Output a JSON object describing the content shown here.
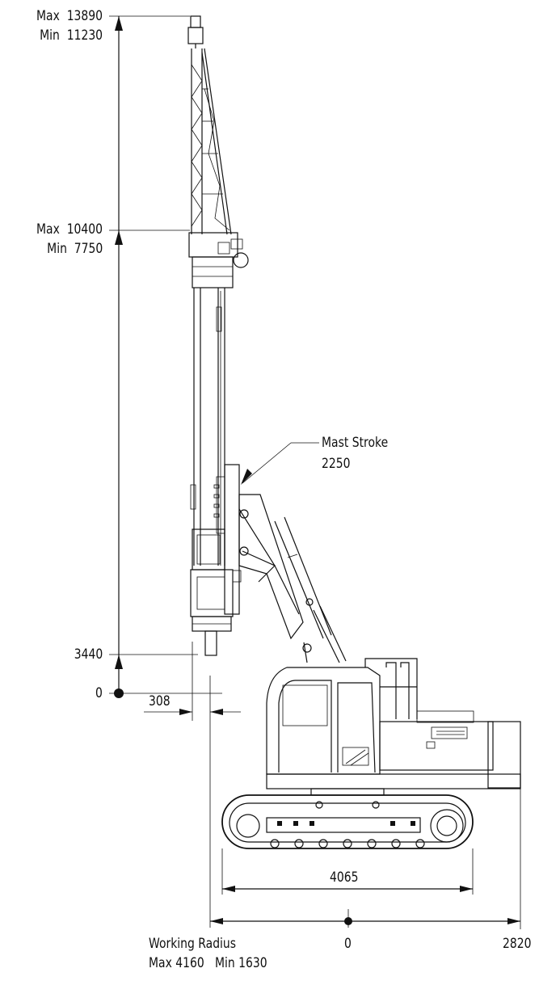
{
  "dimensions": {
    "height_top": {
      "max": "Max  13890",
      "min": "Min  11230"
    },
    "height_head": {
      "max": "Max  10400",
      "min": "Min  7750"
    },
    "height_tool": "3440",
    "ground": "0",
    "offset": "308",
    "mast_stroke": {
      "label": "Mast Stroke",
      "value": "2250"
    },
    "track_length": "4065",
    "radius_zero": "0",
    "radius_tail": "2820",
    "working_radius": {
      "label": "Working Radius",
      "range": "Max 4160   Min 1630"
    }
  }
}
